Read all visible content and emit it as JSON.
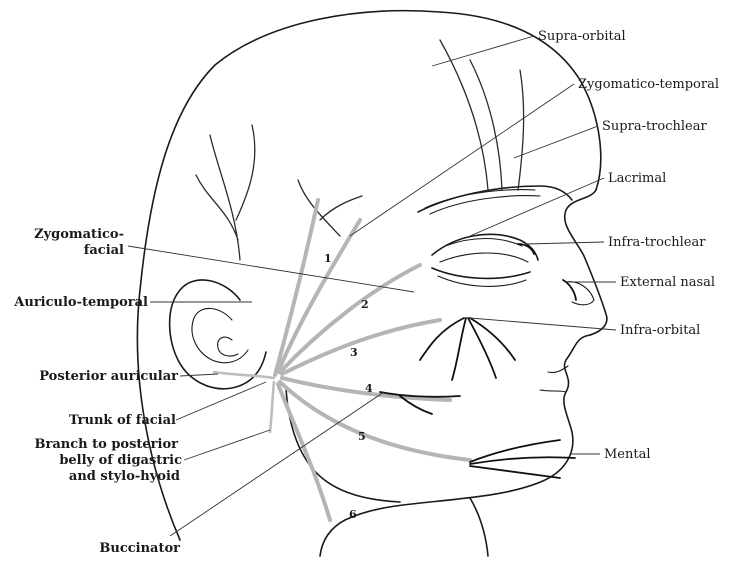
{
  "labels_right": {
    "supra_orbital": "Supra-orbital",
    "zygomatico_temporal": "Zygomatico-temporal",
    "supra_trochlear": "Supra-trochlear",
    "lacrimal": "Lacrimal",
    "infra_trochlear": "Infra-trochlear",
    "external_nasal": "External nasal",
    "infra_orbital": "Infra-orbital",
    "mental": "Mental"
  },
  "labels_left": {
    "zygomatico_facial_1": "Zygomatico-",
    "zygomatico_facial_2": "facial",
    "auriculo_temporal": "Auriculo-temporal",
    "posterior_auricular": "Posterior auricular",
    "trunk_of_facial": "Trunk of facial",
    "branch_digastric_1": "Branch to posterior",
    "branch_digastric_2": "belly of digastric",
    "branch_digastric_3": "and stylo-hyoid",
    "buccinator": "Buccinator"
  },
  "branch_numbers": [
    "1",
    "2",
    "3",
    "4",
    "5",
    "6"
  ]
}
